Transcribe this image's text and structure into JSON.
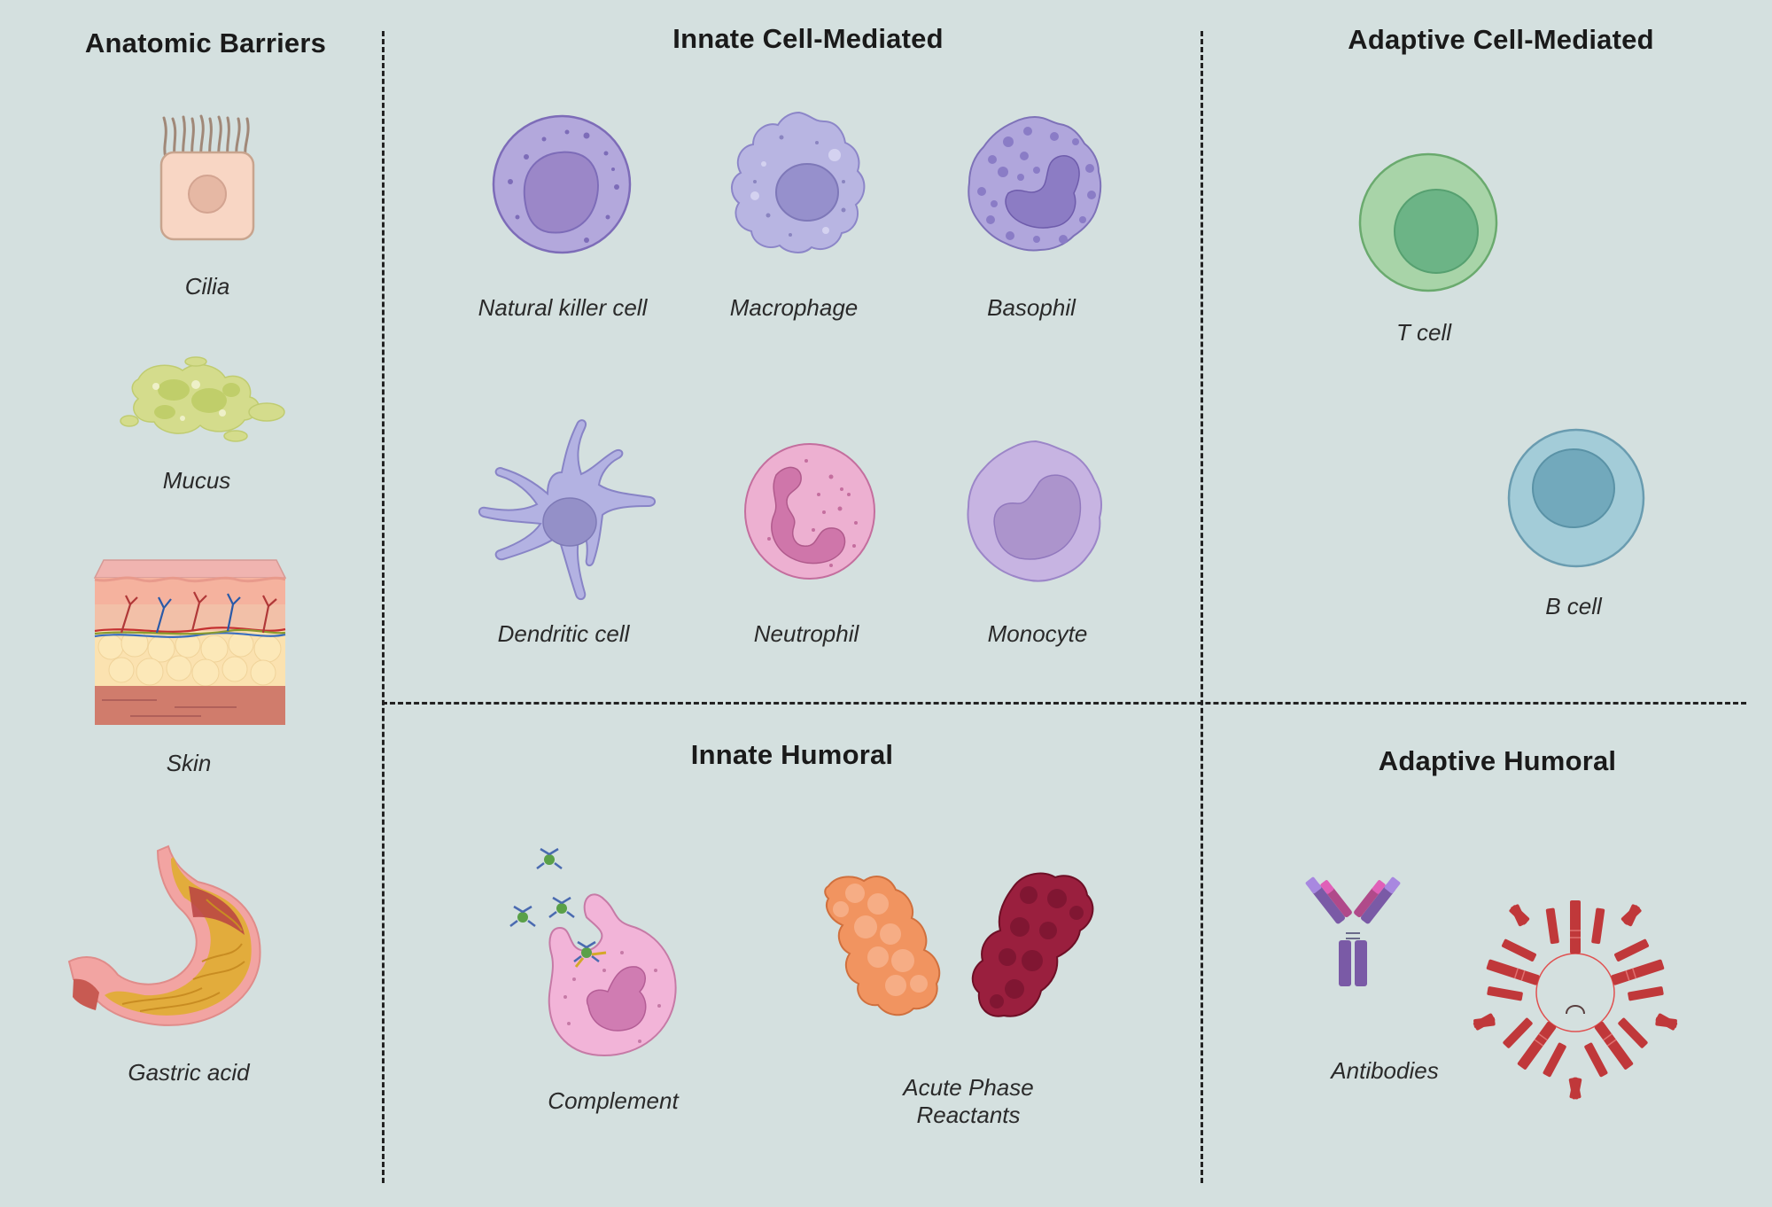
{
  "sections": {
    "anatomic": {
      "title": "Anatomic Barriers",
      "items": [
        {
          "label": "Cilia",
          "icon": "cilia-illustration"
        },
        {
          "label": "Mucus",
          "icon": "mucus-illustration"
        },
        {
          "label": "Skin",
          "icon": "skin-layers-illustration"
        },
        {
          "label": "Gastric acid",
          "icon": "stomach-illustration"
        }
      ]
    },
    "innate_cell": {
      "title": "Innate Cell-Mediated",
      "items": [
        {
          "label": "Natural killer cell",
          "icon": "nk-cell-illustration"
        },
        {
          "label": "Macrophage",
          "icon": "macrophage-illustration"
        },
        {
          "label": "Basophil",
          "icon": "basophil-illustration"
        },
        {
          "label": "Dendritic cell",
          "icon": "dendritic-cell-illustration"
        },
        {
          "label": "Neutrophil",
          "icon": "neutrophil-illustration"
        },
        {
          "label": "Monocyte",
          "icon": "monocyte-illustration"
        }
      ]
    },
    "adaptive_cell": {
      "title": "Adaptive Cell-Mediated",
      "items": [
        {
          "label": "T cell",
          "icon": "t-cell-illustration"
        },
        {
          "label": "B cell",
          "icon": "b-cell-illustration"
        }
      ]
    },
    "innate_humoral": {
      "title": "Innate Humoral",
      "items": [
        {
          "label": "Complement",
          "icon": "complement-illustration"
        },
        {
          "label": "Acute Phase Reactants",
          "icon": "acute-phase-proteins-illustration"
        }
      ]
    },
    "adaptive_humoral": {
      "title": "Adaptive Humoral",
      "items": [
        {
          "label": "Antibodies",
          "icon": "antibodies-illustration"
        }
      ]
    }
  },
  "colors": {
    "background": "#d4e0df",
    "divider": "#222222",
    "nk_cell": "#b3a8dc",
    "macrophage": "#b8b5e2",
    "basophil": "#b0a6dc",
    "neutrophil": "#edb0d1",
    "monocyte": "#c7b4e2",
    "t_cell": "#a8d4a8",
    "b_cell": "#a3ccd8",
    "antibody_purple": "#7a5aa6",
    "antibody_red": "#c0383a"
  }
}
